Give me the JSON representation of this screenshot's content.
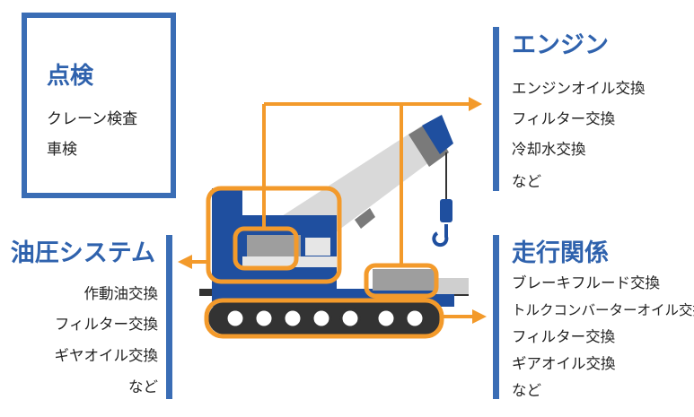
{
  "inspection": {
    "title": "点検",
    "items": [
      "クレーン検査",
      "車検"
    ]
  },
  "engine": {
    "title": "エンジン",
    "items": [
      "エンジンオイル交換",
      "フィルター交換",
      "冷却水交換",
      "など"
    ]
  },
  "hydraulic": {
    "title": "油圧システム",
    "items": [
      "作動油交換",
      "フィルター交換",
      "ギヤオイル交換",
      "など"
    ]
  },
  "drive": {
    "title": "走行関係",
    "items": [
      "ブレーキフルード交換",
      "トルクコンバーターオイル交換",
      "フィルター交換",
      "ギアオイル交換",
      "など"
    ]
  },
  "colors": {
    "accent_blue": "#3a6db5",
    "highlight_orange": "#f39a2b",
    "crane_blue": "#1f4f9f",
    "boom_gray": "#d9d9d9"
  }
}
